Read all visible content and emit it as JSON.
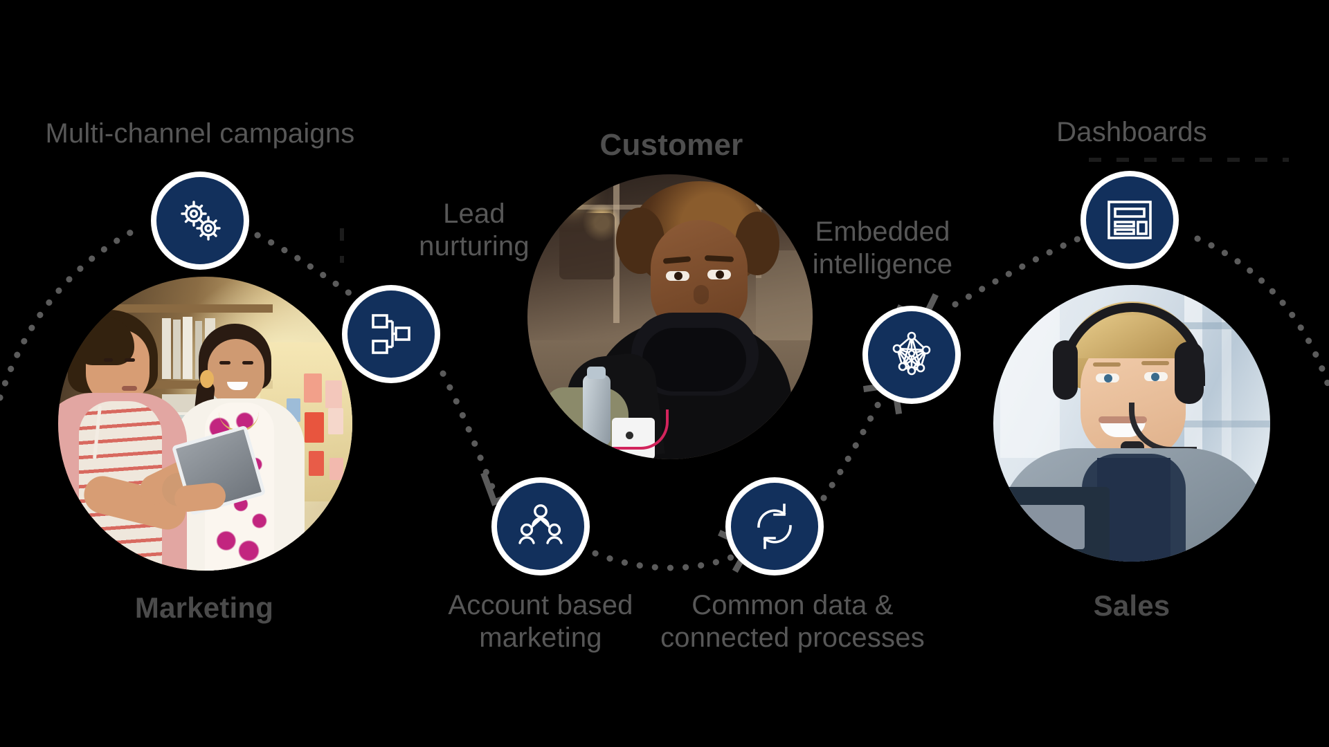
{
  "diagram": {
    "background_color": "#000000",
    "accent_color": "#12305c",
    "badge_ring_color": "#ffffff",
    "label_color": "#575757",
    "connector_color": "#5b5b5b"
  },
  "pillars": [
    {
      "id": "marketing",
      "label": "Marketing",
      "photo_alt": "Two marketers reviewing a tablet"
    },
    {
      "id": "customer",
      "label": "Customer",
      "photo_alt": "Woman outdoors holding a phone"
    },
    {
      "id": "sales",
      "label": "Sales",
      "photo_alt": "Sales agent wearing a headset"
    }
  ],
  "capabilities": [
    {
      "id": "multi-channel-campaigns",
      "label": "Multi-channel campaigns",
      "icon": "gears-icon",
      "position": "top-left"
    },
    {
      "id": "lead-nurturing",
      "label": "Lead\nnurturing",
      "icon": "hierarchy-icon",
      "position": "upper-mid-left"
    },
    {
      "id": "account-based-marketing",
      "label": "Account based\nmarketing",
      "icon": "people-group-icon",
      "position": "bottom-mid-left"
    },
    {
      "id": "common-data",
      "label": "Common data &\nconnected processes",
      "icon": "sync-icon",
      "position": "bottom-mid-right"
    },
    {
      "id": "embedded-intelligence",
      "label": "Embedded\nintelligence",
      "icon": "neural-network-icon",
      "position": "upper-mid-right"
    },
    {
      "id": "dashboards",
      "label": "Dashboards",
      "icon": "dashboard-icon",
      "position": "top-right"
    }
  ]
}
